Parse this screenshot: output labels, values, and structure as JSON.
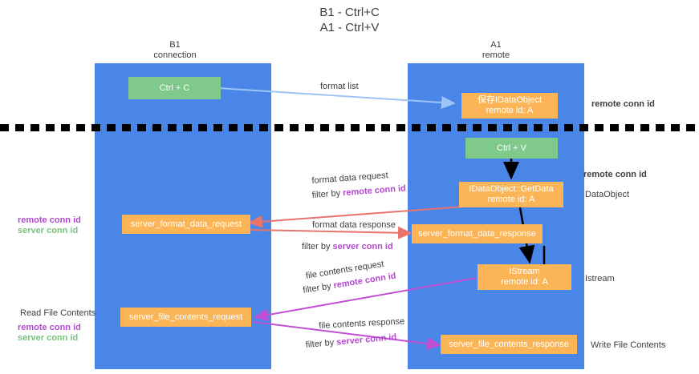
{
  "title": "B1 - Ctrl+C\nA1 - Ctrl+V",
  "columns": {
    "left": {
      "name": "B1",
      "role": "connection",
      "label": "B1\nconnection"
    },
    "right": {
      "name": "A1",
      "role": "remote",
      "label": "A1\nremote"
    }
  },
  "boxes": {
    "ctrl_c": {
      "line1": "Ctrl + C",
      "color": "#7fc98a"
    },
    "idataobject_remote": {
      "line1": "保存IDataObject",
      "line2": "remote id: A",
      "color": "#fbb557"
    },
    "ctrl_v": {
      "line1": "Ctrl + V",
      "color": "#7fc98a"
    },
    "getdata": {
      "line1": "IDataObject::GetData",
      "line2": "remote id: A",
      "color": "#fbb557"
    },
    "server_format_data_request": {
      "line1": "server_format_data_request",
      "color": "#fbb557"
    },
    "server_format_data_response": {
      "line1": "server_format_data_response",
      "color": "#fbb557"
    },
    "istream": {
      "line1": "IStream",
      "line2": "remote id: A",
      "color": "#fbb557"
    },
    "server_file_contents_request": {
      "line1": "server_file_contents_request",
      "color": "#fbb557"
    },
    "server_file_contents_response": {
      "line1": "server_file_contents_response",
      "color": "#fbb557"
    }
  },
  "arrow_labels": {
    "format_list": "format list",
    "format_data_request": "format data request",
    "format_data_request_filter_prefix": "filter by ",
    "format_data_request_filter_key": "remote conn id",
    "format_data_response": "format data response",
    "format_data_response_filter_prefix": "filter by ",
    "format_data_response_filter_key": "server conn id",
    "file_contents_request": "file contents request",
    "file_contents_request_filter_prefix": "filter by ",
    "file_contents_request_filter_key": "remote conn id",
    "file_contents_response": "file contents response",
    "file_contents_response_filter_prefix": "filter by ",
    "file_contents_response_filter_key": "server conn id"
  },
  "side_labels": {
    "right_remote_conn_id_top": "remote conn id",
    "right_remote_conn_id_mid": "remote conn id",
    "right_dataobject": "DataObject",
    "right_istream": "Istream",
    "right_write_file_contents": "Write File Contents",
    "left_remote_conn_id": "remote conn id",
    "left_server_conn_id": "server conn id",
    "left_read_file_contents": "Read File Contents",
    "left_remote_conn_id_2": "remote conn id",
    "left_server_conn_id_2": "server conn id"
  },
  "colors": {
    "lane": "#4a86e8",
    "green_box": "#7fc98a",
    "orange_box": "#fbb557",
    "purple_key": "#b44ad0",
    "green_key": "#74c47d",
    "arrow_blue": "#9fc5f8",
    "arrow_red": "#e8756b",
    "arrow_purple": "#c34fd4",
    "arrow_black": "#000000",
    "divider": "#000000"
  }
}
